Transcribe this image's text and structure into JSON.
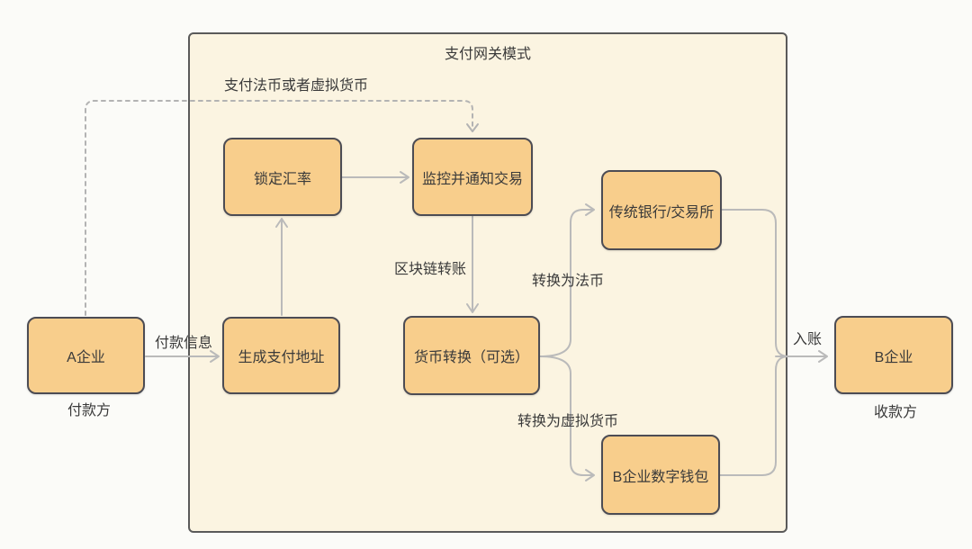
{
  "diagram": {
    "title": "支付网关模式",
    "nodes": {
      "company_a": {
        "label": "A企业"
      },
      "generate_address": {
        "label": "生成支付地址"
      },
      "lock_rate": {
        "label": "锁定汇率"
      },
      "monitor": {
        "label": "监控并通知交易"
      },
      "convert": {
        "label": "货币转换（可选）"
      },
      "bank": {
        "label": "传统银行/交易所"
      },
      "wallet": {
        "label": "B企业数字钱包"
      },
      "company_b": {
        "label": "B企业"
      }
    },
    "side_labels": {
      "payer": "付款方",
      "payee": "收款方"
    },
    "edges": [
      {
        "from": "company_a",
        "to": "generate_address",
        "label": "付款信息",
        "style": "solid"
      },
      {
        "from": "company_a",
        "to": "monitor",
        "label": "支付法币或者虚拟货币",
        "style": "dashed"
      },
      {
        "from": "generate_address",
        "to": "lock_rate",
        "label": "",
        "style": "solid"
      },
      {
        "from": "lock_rate",
        "to": "monitor",
        "label": "",
        "style": "solid"
      },
      {
        "from": "monitor",
        "to": "convert",
        "label": "区块链转账",
        "style": "solid"
      },
      {
        "from": "convert",
        "to": "bank",
        "label": "转换为法币",
        "style": "solid"
      },
      {
        "from": "convert",
        "to": "wallet",
        "label": "转换为虚拟货币",
        "style": "solid"
      },
      {
        "from": "bank",
        "to": "company_b",
        "label": "入账",
        "style": "solid"
      },
      {
        "from": "wallet",
        "to": "company_b",
        "label": "",
        "style": "solid"
      }
    ],
    "colors": {
      "page_bg": "#FBFBF8",
      "container_fill": "#FBF4E1",
      "container_border": "#5A5A5A",
      "node_fill": "#F8CE8C",
      "node_border": "#4C4C54",
      "arrow": "#BABABA",
      "dashed_arrow": "#B3B3B3",
      "text": "#3A3A3A"
    }
  }
}
